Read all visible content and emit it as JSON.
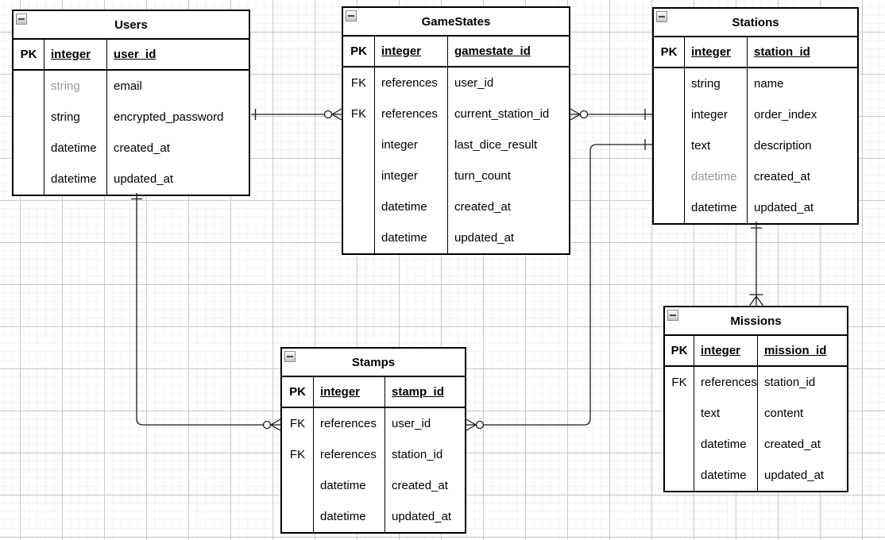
{
  "diagram_type": "entity-relationship",
  "colors": {
    "table_border": "#000000",
    "grid_major": "#c9c9c9",
    "grid_minor": "#f2f2f2",
    "muted_text": "#999999"
  },
  "tables": [
    {
      "title": "Users",
      "header": {
        "key": "PK",
        "type": "integer",
        "name": "user_id"
      },
      "rows": [
        {
          "key": "",
          "type": "string",
          "name": "email"
        },
        {
          "key": "",
          "type": "string",
          "name": "encrypted_password"
        },
        {
          "key": "",
          "type": "datetime",
          "name": "created_at"
        },
        {
          "key": "",
          "type": "datetime",
          "name": "updated_at"
        }
      ]
    },
    {
      "title": "GameStates",
      "header": {
        "key": "PK",
        "type": "integer",
        "name": "gamestate_id"
      },
      "rows": [
        {
          "key": "FK",
          "type": "references",
          "name": "user_id"
        },
        {
          "key": "FK",
          "type": "references",
          "name": "current_station_id"
        },
        {
          "key": "",
          "type": "integer",
          "name": "last_dice_result"
        },
        {
          "key": "",
          "type": "integer",
          "name": "turn_count"
        },
        {
          "key": "",
          "type": "datetime",
          "name": "created_at"
        },
        {
          "key": "",
          "type": "datetime",
          "name": "updated_at"
        }
      ]
    },
    {
      "title": "Stations",
      "header": {
        "key": "PK",
        "type": "integer",
        "name": "station_id"
      },
      "rows": [
        {
          "key": "",
          "type": "string",
          "name": "name"
        },
        {
          "key": "",
          "type": "integer",
          "name": "order_index"
        },
        {
          "key": "",
          "type": "text",
          "name": "description"
        },
        {
          "key": "",
          "type": "datetime",
          "name": "created_at"
        },
        {
          "key": "",
          "type": "datetime",
          "name": "updated_at"
        }
      ]
    },
    {
      "title": "Stamps",
      "header": {
        "key": "PK",
        "type": "integer",
        "name": "stamp_id"
      },
      "rows": [
        {
          "key": "FK",
          "type": "references",
          "name": "user_id"
        },
        {
          "key": "FK",
          "type": "references",
          "name": "station_id"
        },
        {
          "key": "",
          "type": "datetime",
          "name": "created_at"
        },
        {
          "key": "",
          "type": "datetime",
          "name": "updated_at"
        }
      ]
    },
    {
      "title": "Missions",
      "header": {
        "key": "PK",
        "type": "integer",
        "name": "mission_id"
      },
      "rows": [
        {
          "key": "FK",
          "type": "references",
          "name": "station_id"
        },
        {
          "key": "",
          "type": "text",
          "name": "content"
        },
        {
          "key": "",
          "type": "datetime",
          "name": "created_at"
        },
        {
          "key": "",
          "type": "datetime",
          "name": "updated_at"
        }
      ]
    }
  ],
  "relationships": [
    {
      "from_table": "Users",
      "to_table": "GameStates",
      "from_cardinality": "one",
      "to_cardinality": "zero-or-many"
    },
    {
      "from_table": "Stations",
      "to_table": "GameStates",
      "from_cardinality": "one",
      "to_cardinality": "zero-or-many"
    },
    {
      "from_table": "Stations",
      "to_table": "Stamps",
      "from_cardinality": "one",
      "to_cardinality": "zero-or-many"
    },
    {
      "from_table": "Users",
      "to_table": "Stamps",
      "from_cardinality": "one",
      "to_cardinality": "zero-or-many"
    },
    {
      "from_table": "Stations",
      "to_table": "Missions",
      "from_cardinality": "one",
      "to_cardinality": "one-or-many"
    }
  ]
}
